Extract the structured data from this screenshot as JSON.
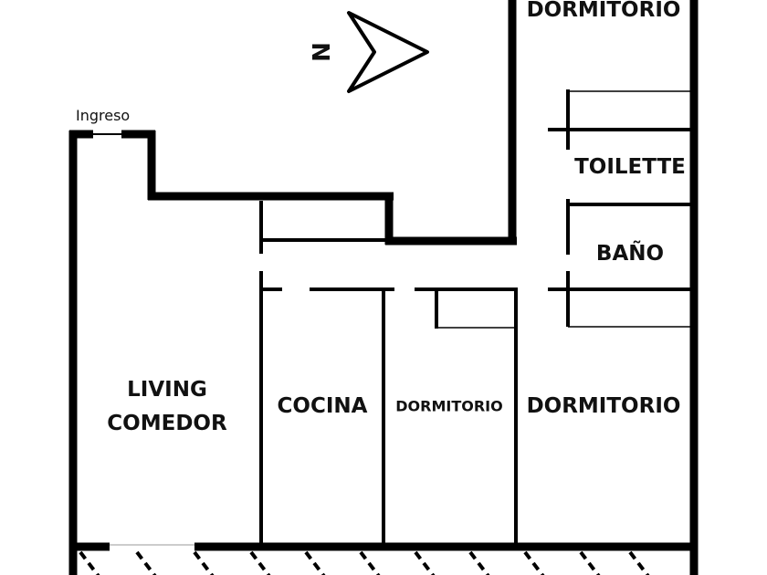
{
  "compass": {
    "letter": "N",
    "icon": "north-arrow-icon"
  },
  "entrance_label": "Ingreso",
  "rooms": {
    "dormitorio_top": "DORMITORIO",
    "toilette": "TOILETTE",
    "bano": "BAÑO",
    "living_1": "LIVING",
    "living_2": "COMEDOR",
    "cocina": "COCINA",
    "dormitorio_small": "DORMITORIO",
    "dormitorio_right": "DORMITORIO"
  },
  "colors": {
    "wall": "#000000",
    "background": "#ffffff"
  }
}
